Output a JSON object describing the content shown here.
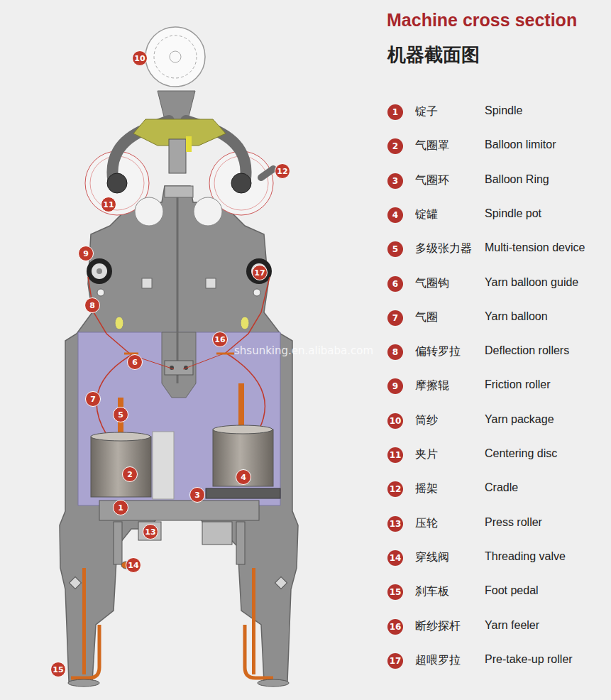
{
  "diagram": {
    "title": "Machine cross section",
    "labels": [
      "机器截面图",
      "1",
      "锭子",
      "Spindle",
      "2",
      "气圈罩",
      "Balloon limitor",
      "3",
      "气圈环",
      "Balloon Ring",
      "4",
      "锭罐",
      "Spindle pot",
      "5",
      "多级张力器",
      "Multi-tension device",
      "6",
      "气圈钩",
      "Yarn balloon guide",
      "7",
      "气圈",
      "Yarn balloon",
      "8",
      "偏转罗拉",
      "Deflection rollers",
      "9",
      "摩擦辊",
      "Friction roller",
      "10",
      "筒纱",
      "Yarn package",
      "11",
      "夹片",
      "Centering disc",
      "12",
      "摇架",
      "Cradle",
      "13",
      "压轮",
      "Press roller",
      "14",
      "穿线阀",
      "Threading valve",
      "15",
      "刹车板",
      "Foot pedal",
      "16",
      "断纱探杆",
      "Yarn feeler",
      "17",
      "超喂罗拉",
      "Pre-take-up roller",
      "10",
      "12",
      "11",
      "9",
      "17",
      "8",
      "16",
      "6",
      "7",
      "5",
      "2",
      "4",
      "3",
      "1",
      "13",
      "14",
      "15",
      "shsunking.en.alibaba.com"
    ]
  }
}
